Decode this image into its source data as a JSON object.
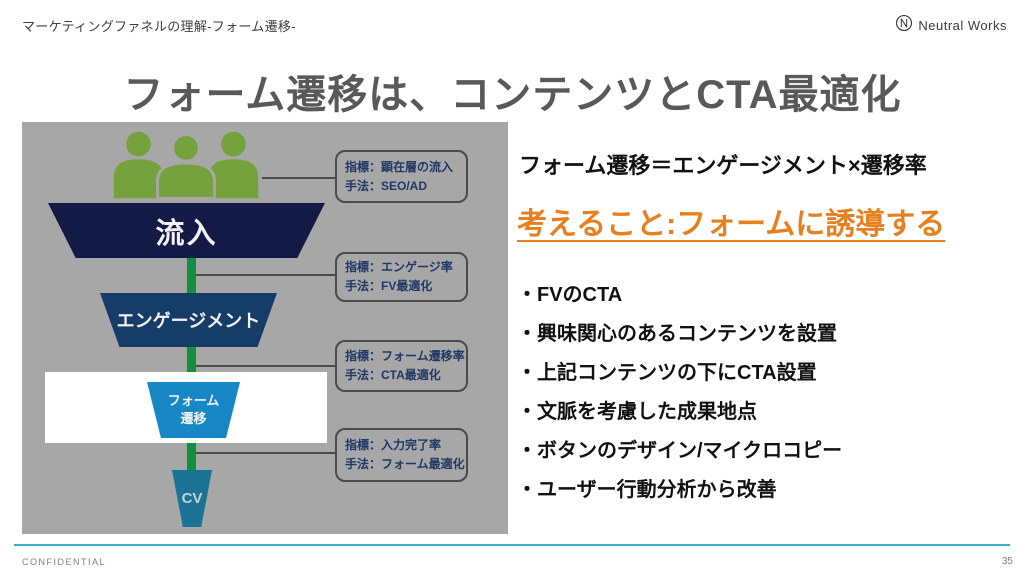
{
  "header": {
    "breadcrumb": "マーケティングファネルの理解-フォーム遷移-",
    "logo_text": "Neutral Works"
  },
  "title": "フォーム遷移は、コンテンツとCTA最適化",
  "funnel": {
    "stages": [
      {
        "label": "流入",
        "color": "#131a46"
      },
      {
        "label": "エンゲージメント",
        "color": "#163d68"
      },
      {
        "label": "フォーム\n遷移",
        "color": "#1787c6"
      },
      {
        "label": "CV",
        "color": "#1b7395"
      }
    ],
    "callouts": [
      {
        "metric": "指標：顕在層の流入",
        "method": "手法：SEO/AD"
      },
      {
        "metric": "指標：エンゲージ率",
        "method": "手法：FV最適化"
      },
      {
        "metric": "指標：フォーム遷移率",
        "method": "手法：CTA最適化"
      },
      {
        "metric": "指標：入力完了率",
        "method": "手法：フォーム最適化"
      }
    ]
  },
  "content": {
    "formula": "フォーム遷移＝エンゲージメント×遷移率",
    "highlight": "考えること:フォームに誘導する",
    "bullets": [
      "・FVのCTA",
      "・興味関心のあるコンテンツを設置",
      "・上記コンテンツの下にCTA設置",
      "・文脈を考慮した成果地点",
      "・ボタンのデザイン/マイクロコピー",
      "・ユーザー行動分析から改善"
    ]
  },
  "footer": {
    "confidential": "CONFIDENTIAL",
    "page_number": "35"
  },
  "colors": {
    "accent_orange": "#e8801f",
    "footer_line_cyan": "#3bafd0",
    "diagram_background": "#a7a7a7",
    "connector_green": "#0e9140",
    "people_green": "#76a23e",
    "callout_text_navy": "#1f3864",
    "title_gray": "#595959"
  }
}
